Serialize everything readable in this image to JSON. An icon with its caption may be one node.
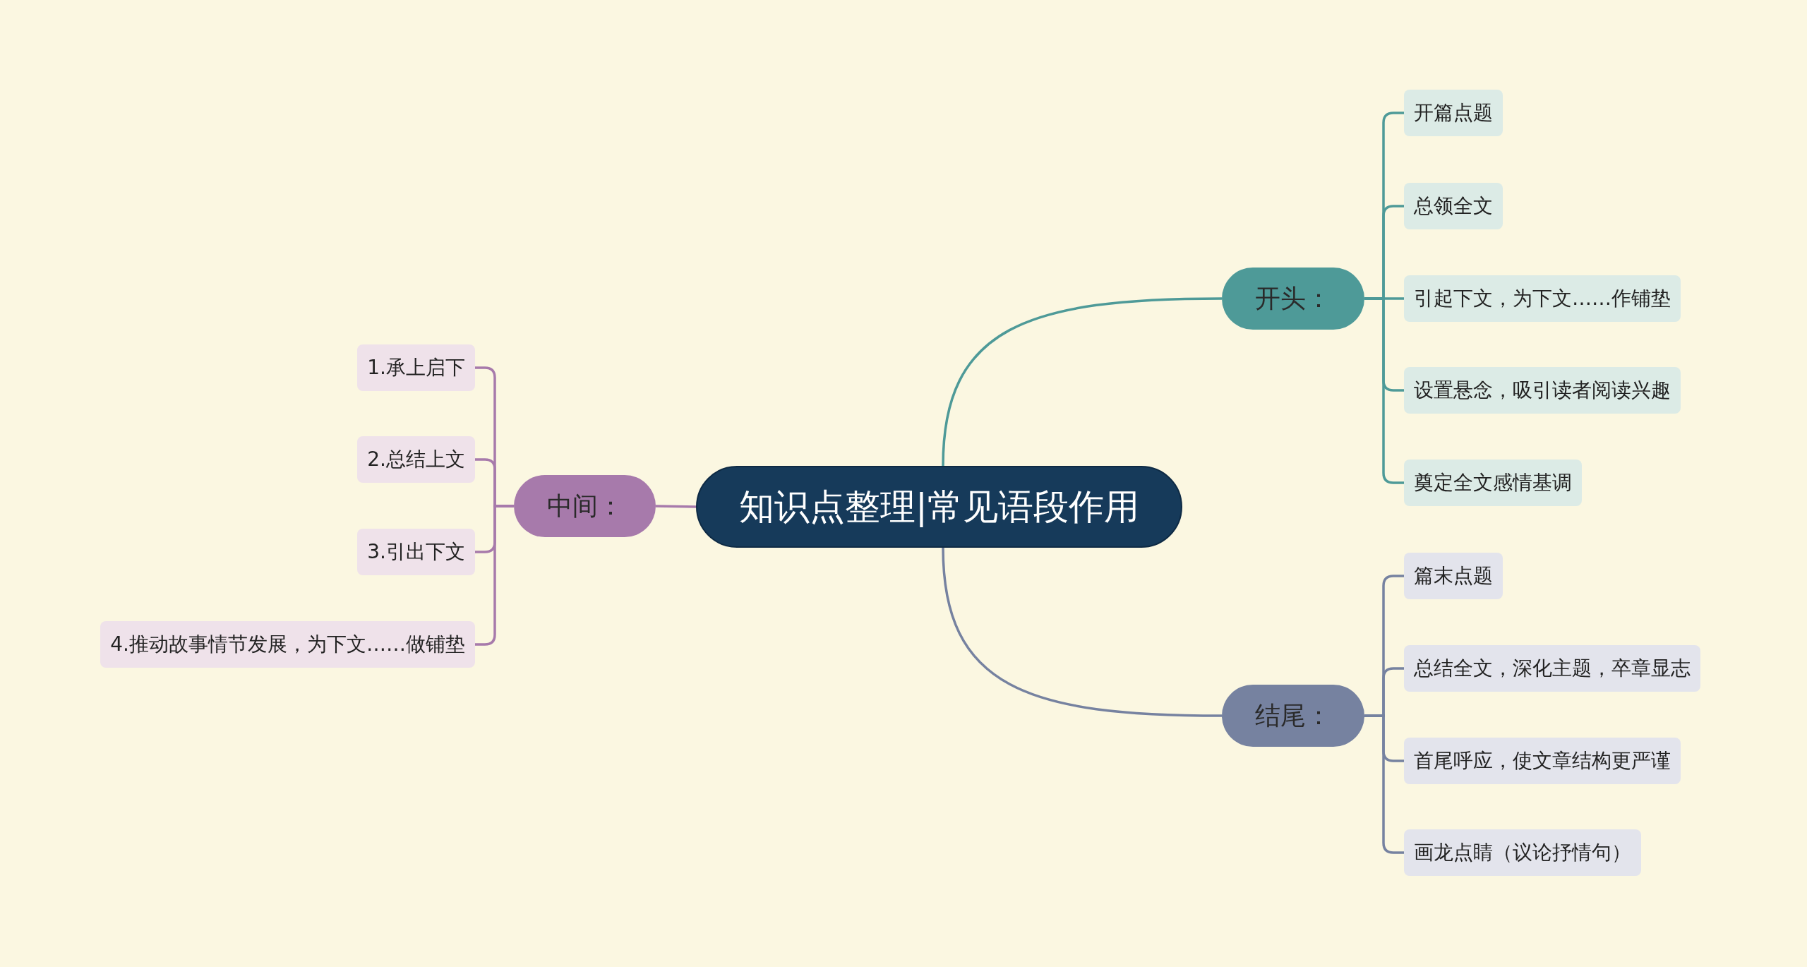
{
  "diagram": {
    "nodes": [
      {
        "text": [
          "知识点整理|常见语段作用"
        ]
      },
      {
        "text": [
          "开头："
        ]
      },
      {
        "text": [
          "开篇点题"
        ]
      },
      {
        "text": [
          "总领全文"
        ]
      },
      {
        "text": [
          "引起下文，为下文……作铺垫"
        ]
      },
      {
        "text": [
          "设置悬念，吸引读者阅读兴趣"
        ]
      },
      {
        "text": [
          "奠定全文感情基调"
        ]
      },
      {
        "text": [
          "结尾："
        ]
      },
      {
        "text": [
          "篇末点题"
        ]
      },
      {
        "text": [
          "总结全文，深化主题，卒章显志"
        ]
      },
      {
        "text": [
          "首尾呼应，使文章结构更严谨"
        ]
      },
      {
        "text": [
          "画龙点睛（议论抒情句）"
        ]
      },
      {
        "text": [
          "中间："
        ]
      },
      {
        "text": [
          "1.承上启下"
        ]
      },
      {
        "text": [
          "2.总结上文"
        ]
      },
      {
        "text": [
          "3.引出下文"
        ]
      },
      {
        "text": [
          "4.推动故事情节发展，为下文……做铺垫"
        ]
      }
    ],
    "edges": [
      {
        "from": 0,
        "to": 1,
        "arrow": "none"
      },
      {
        "from": 1,
        "to": 2,
        "arrow": "none"
      },
      {
        "from": 1,
        "to": 3,
        "arrow": "none"
      },
      {
        "from": 1,
        "to": 4,
        "arrow": "none"
      },
      {
        "from": 1,
        "to": 5,
        "arrow": "none"
      },
      {
        "from": 1,
        "to": 6,
        "arrow": "none"
      },
      {
        "from": 0,
        "to": 7,
        "arrow": "none",
        "color": "#7682a0"
      },
      {
        "from": 7,
        "to": 8,
        "arrow": "none",
        "color": "#7682a0"
      },
      {
        "from": 7,
        "to": 9,
        "arrow": "none",
        "color": "#7682a0"
      },
      {
        "from": 7,
        "to": 10,
        "arrow": "none",
        "color": "#7682a0"
      },
      {
        "from": 7,
        "to": 11,
        "arrow": "none",
        "color": "#7682a0"
      },
      {
        "from": 0,
        "to": 12,
        "arrow": "none",
        "color": "#a77aab"
      },
      {
        "from": 12,
        "to": 13,
        "arrow": "none",
        "color": "#a77aab"
      },
      {
        "from": 12,
        "to": 14,
        "arrow": "none",
        "color": "#a77aab"
      },
      {
        "from": 12,
        "to": 15,
        "arrow": "none",
        "color": "#a77aab"
      },
      {
        "from": 12,
        "to": 16,
        "arrow": "none",
        "color": "#a77aab"
      }
    ]
  }
}
